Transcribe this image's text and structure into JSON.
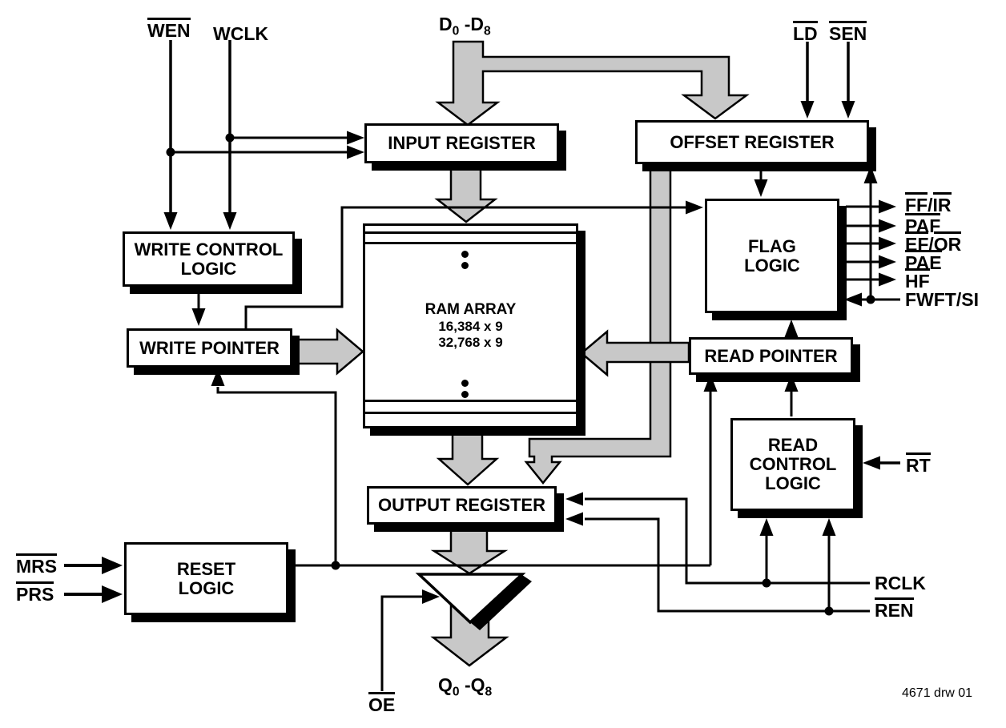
{
  "diagram": {
    "caption": "4671 drw 01",
    "colors": {
      "bus_fill": "#c8c8c8",
      "line": "#000000",
      "box_bg": "#ffffff",
      "shadow": "#000000"
    }
  },
  "boxes": {
    "input_register": {
      "label": "INPUT REGISTER"
    },
    "offset_register": {
      "label": "OFFSET REGISTER"
    },
    "write_control_logic": {
      "lines": [
        "WRITE CONTROL",
        "LOGIC"
      ]
    },
    "write_pointer": {
      "label": "WRITE POINTER"
    },
    "ram_array": {
      "title": "RAM ARRAY",
      "size1": "16,384 x 9",
      "size2": "32,768 x 9"
    },
    "flag_logic": {
      "lines": [
        "FLAG",
        "LOGIC"
      ]
    },
    "read_pointer": {
      "label": "READ POINTER"
    },
    "read_control_logic": {
      "lines": [
        "READ",
        "CONTROL",
        "LOGIC"
      ]
    },
    "output_register": {
      "label": "OUTPUT REGISTER"
    },
    "reset_logic": {
      "lines": [
        "RESET",
        "LOGIC"
      ]
    }
  },
  "signals": {
    "wen": {
      "text": "WEN"
    },
    "wclk": {
      "text": "WCLK"
    },
    "d_bus": {
      "b1": "D",
      "s1": "0",
      "b2": " -D",
      "s2": "8"
    },
    "ld": {
      "text": "LD"
    },
    "sen": {
      "text": "SEN"
    },
    "ff_ir": {
      "p0": "FF",
      "sep": "/",
      "p1": "IR"
    },
    "paf": {
      "text": "PAF"
    },
    "ef_or": {
      "p0": "EF",
      "sep": "/",
      "p1": "OR"
    },
    "pae": {
      "text": "PAE"
    },
    "hf": {
      "text": "HF"
    },
    "fwft_si": {
      "text": "FWFT/SI"
    },
    "rt": {
      "text": "RT"
    },
    "rclk": {
      "text": "RCLK"
    },
    "ren": {
      "text": "REN"
    },
    "mrs": {
      "text": "MRS"
    },
    "prs": {
      "text": "PRS"
    },
    "oe": {
      "text": "OE"
    },
    "q_bus": {
      "b1": "Q",
      "s1": "0",
      "b2": " -Q",
      "s2": "8"
    }
  }
}
